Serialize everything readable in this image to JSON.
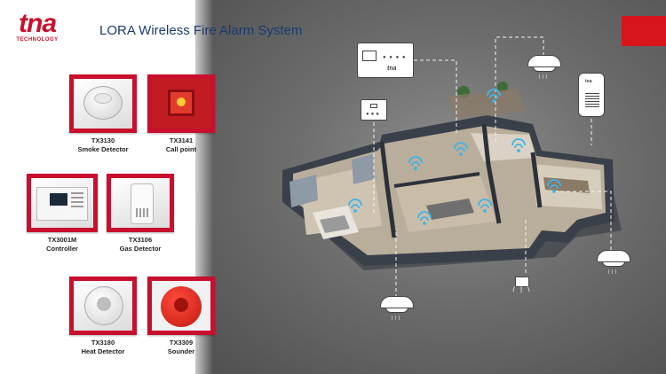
{
  "brand": {
    "logo_text": "tna",
    "logo_subtext": "TECHNOLOGY"
  },
  "title": "LORA Wireless Fire Alarm System",
  "accent_color": "#d8141c",
  "products": [
    {
      "code": "TX3130",
      "label": "Smoke Detector",
      "icon": "smoke-detector-icon"
    },
    {
      "code": "TX3141",
      "label": "Call point",
      "icon": "call-point-icon"
    },
    {
      "code": "TX3001M",
      "label": "Controller",
      "icon": "controller-icon"
    },
    {
      "code": "TX3106",
      "label": "Gas Detector",
      "icon": "gas-detector-icon"
    },
    {
      "code": "TX3180",
      "label": "Heat Detector",
      "icon": "heat-detector-icon"
    },
    {
      "code": "TX3309",
      "label": "Sounder",
      "icon": "sounder-icon"
    }
  ],
  "diagram": {
    "panel_brand": "tna",
    "icons": [
      "control-panel-icon",
      "call-point-box-icon",
      "smoke-detector-icon",
      "gas-detector-icon",
      "sounder-icon",
      "wifi-signal-icon",
      "house-floorplan-icon"
    ]
  }
}
